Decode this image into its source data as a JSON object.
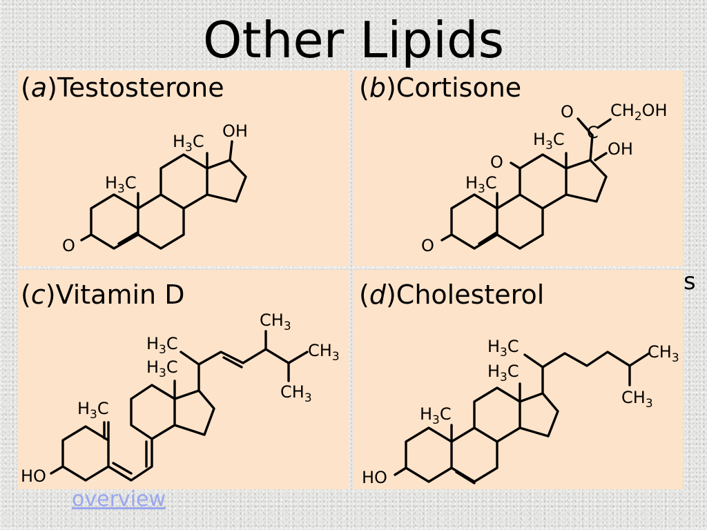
{
  "slide": {
    "title": "Other Lipids",
    "edge_text": "s",
    "link_text": "overview"
  },
  "panels": [
    {
      "letter": "a",
      "name": "Testosterone"
    },
    {
      "letter": "b",
      "name": "Cortisone"
    },
    {
      "letter": "c",
      "name": "Vitamin D"
    },
    {
      "letter": "d",
      "name": "Cholesterol"
    }
  ],
  "labels": {
    "h3c": "H3C",
    "ch3": "CH3",
    "oh": "OH",
    "ho": "HO",
    "o": "O",
    "c": "C",
    "ch2oh": "CH2OH"
  }
}
